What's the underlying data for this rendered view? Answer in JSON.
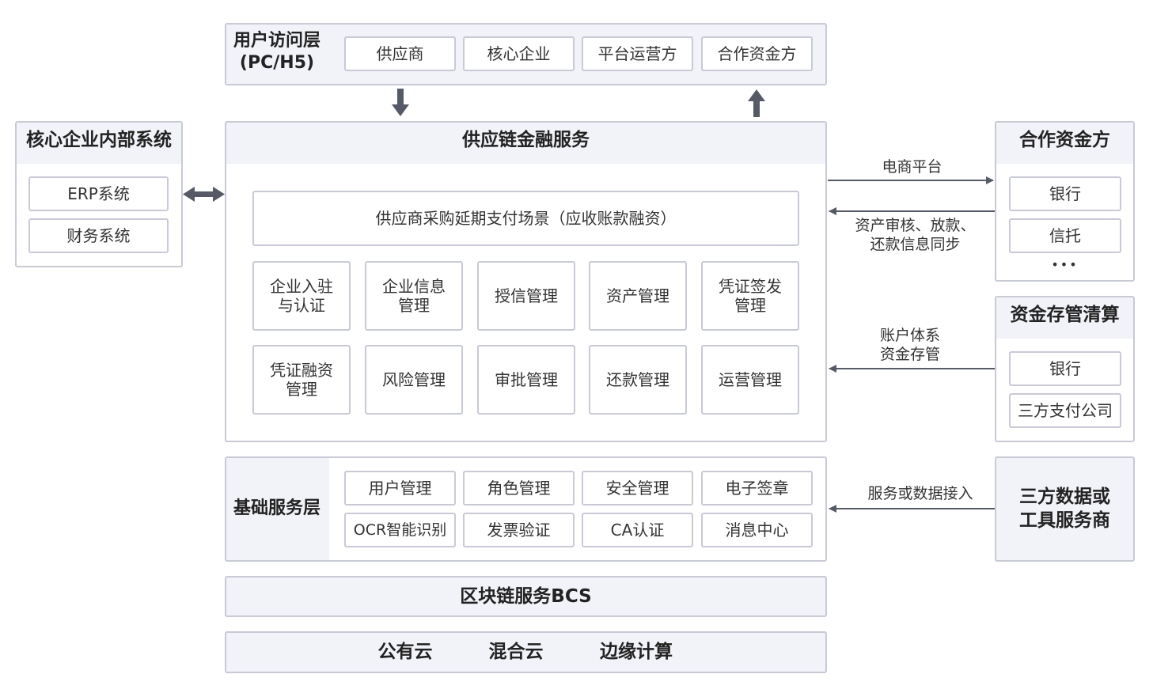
{
  "user_layer": {
    "title": "用户访问层\n(PC/H5)",
    "items": [
      "供应商",
      "核心企业",
      "平台运营方",
      "合作资金方"
    ]
  },
  "core_internal": {
    "title": "核心企业内部系统",
    "items": [
      "ERP系统",
      "财务系统"
    ]
  },
  "scf": {
    "title": "供应链金融服务",
    "scenario": "供应商采购延期支付场景（应收账款融资）",
    "modules": [
      "企业入驻\n与认证",
      "企业信息\n管理",
      "授信管理",
      "资产管理",
      "凭证签发\n管理",
      "凭证融资\n管理",
      "风险管理",
      "审批管理",
      "还款管理",
      "运营管理"
    ]
  },
  "partner_funds": {
    "title": "合作资金方",
    "items": [
      "银行",
      "信托"
    ],
    "more": "•••"
  },
  "custody": {
    "title": "资金存管清算",
    "items": [
      "银行",
      "三方支付公司"
    ]
  },
  "third_party": {
    "title": "三方数据或\n工具服务商"
  },
  "base_layer": {
    "title": "基础服务层",
    "items": [
      "用户管理",
      "角色管理",
      "安全管理",
      "电子签章",
      "OCR智能识别",
      "发票验证",
      "CA认证",
      "消息中心"
    ]
  },
  "blockchain": {
    "title": "区块链服务BCS"
  },
  "cloud": {
    "items": [
      "公有云",
      "混合云",
      "边缘计算"
    ]
  },
  "arrow_labels": {
    "ecommerce": "电商平台",
    "asset_sync": "资产审核、放款、\n还款信息同步",
    "account": "账户体系\n资金存管",
    "service": "服务或数据接入"
  },
  "colors": {
    "panel_bg": "#f2f3f8",
    "border": "#c8cad6",
    "arrow": "#555a66"
  }
}
